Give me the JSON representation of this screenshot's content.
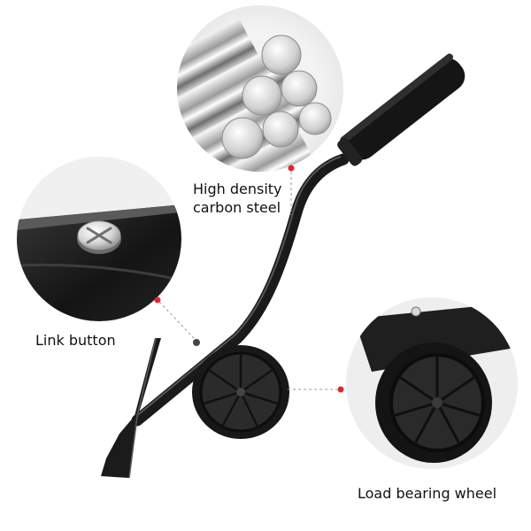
{
  "image": {
    "callouts": {
      "steel": {
        "line1": "High density",
        "line2": "carbon steel"
      },
      "link": {
        "label": "Link button"
      },
      "wheel": {
        "label": "Load bearing wheel"
      }
    },
    "colors": {
      "accent_dot": "#e3262b",
      "tool_black": "#1a1a1a",
      "background": "#ffffff",
      "circle_bg": "#eeeeee",
      "steel_light": "#e8e8e8"
    }
  }
}
